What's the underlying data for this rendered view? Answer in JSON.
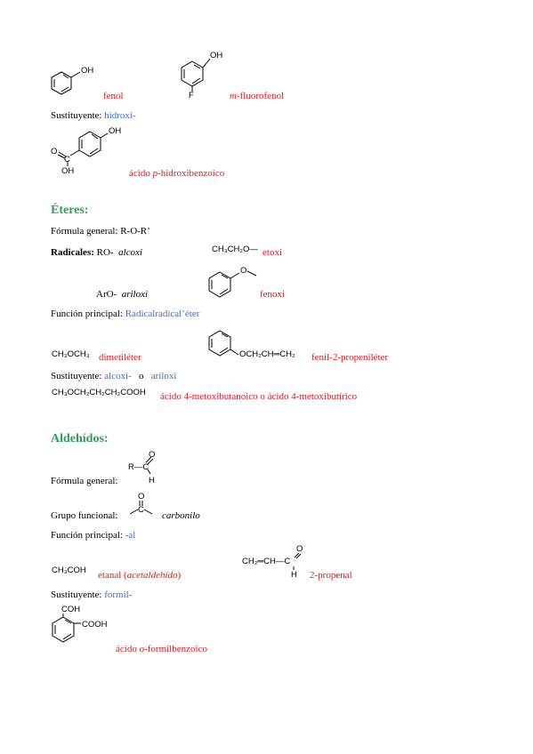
{
  "colors": {
    "name_red": "#e8141c",
    "prefix_blue": "#3b6fd6",
    "heading_green": "#2f9e55"
  },
  "fenoles": {
    "phenol_oh": "OH",
    "phenol_name": "fenol",
    "mfluoro_oh": "OH",
    "mfluoro_f": "F",
    "mfluoro_italic": "m",
    "mfluoro_rest": "-fluorofenol",
    "sust_label": "Sustituyente:",
    "sust_value": "hidroxi-",
    "phba_oh_top": "OH",
    "phba_c": "C",
    "phba_o": "O",
    "phba_oh_bottom": "OH",
    "phba_name_pre": "ácido ",
    "phba_name_ital": "p",
    "phba_name_post": "-hidroxibenzoico"
  },
  "eteres": {
    "heading": "Éteres:",
    "formula_label": "Fórmula general:",
    "formula_value": "R-O-R’",
    "radicales_label": "Radicales:",
    "ro_label": "RO-",
    "ro_name": "alcoxi",
    "ethoxy_formula": "CH₃CH₂O—",
    "ethoxy_name": "etoxi",
    "aro_label": "ArO-",
    "aro_name": "ariloxi",
    "phenoxy_o": "O",
    "phenoxy_name": "fenoxi",
    "funcion_label": "Función principal:",
    "funcion_value": "Radicalradical’éter",
    "ex1_formula": "CH₃OCH₃",
    "ex1_name": "dimetiléter",
    "ex2_formula": "OCH₂CH═CH₂",
    "ex2_name": "fenil-2-propeniléter",
    "sust_label": "Sustituyente:",
    "sust_v1": "alcoxi-",
    "sust_o": "o",
    "sust_v2": "ariloxi",
    "ex3_formula": "CH₃OCH₂CH₂CH₂COOH",
    "ex3_name": "ácido 4-metoxibutanoico  o  ácido 4-metoxibutírico"
  },
  "aldehidos": {
    "heading": "Aldehídos:",
    "rc": "R—C",
    "o_top": "O",
    "h_bottom": "H",
    "formula_label": "Fórmula general:",
    "grupo_label": "Grupo funcional:",
    "carbonyl_o": "O",
    "carbonyl_c": "C",
    "grupo_value": "carbonilo",
    "funcion_label": "Función principal:",
    "funcion_value": "-al",
    "ex1_formula": "CH₃COH",
    "ex1_name_pre": "etanal  (",
    "ex1_name_ital": "acetaldehído",
    "ex1_name_post": ")",
    "ex2_formula": "CH₂═CH—C",
    "ex2_o": "O",
    "ex2_h": "H",
    "ex2_name": "2-propenal",
    "sust_label": "Sustituyente:",
    "sust_value": "formil-",
    "ex3_coh": "COH",
    "ex3_cooh": "COOH",
    "ex3_name_pre": "ácido ",
    "ex3_name_ital": "o",
    "ex3_name_post": "-formilbenzoico"
  }
}
